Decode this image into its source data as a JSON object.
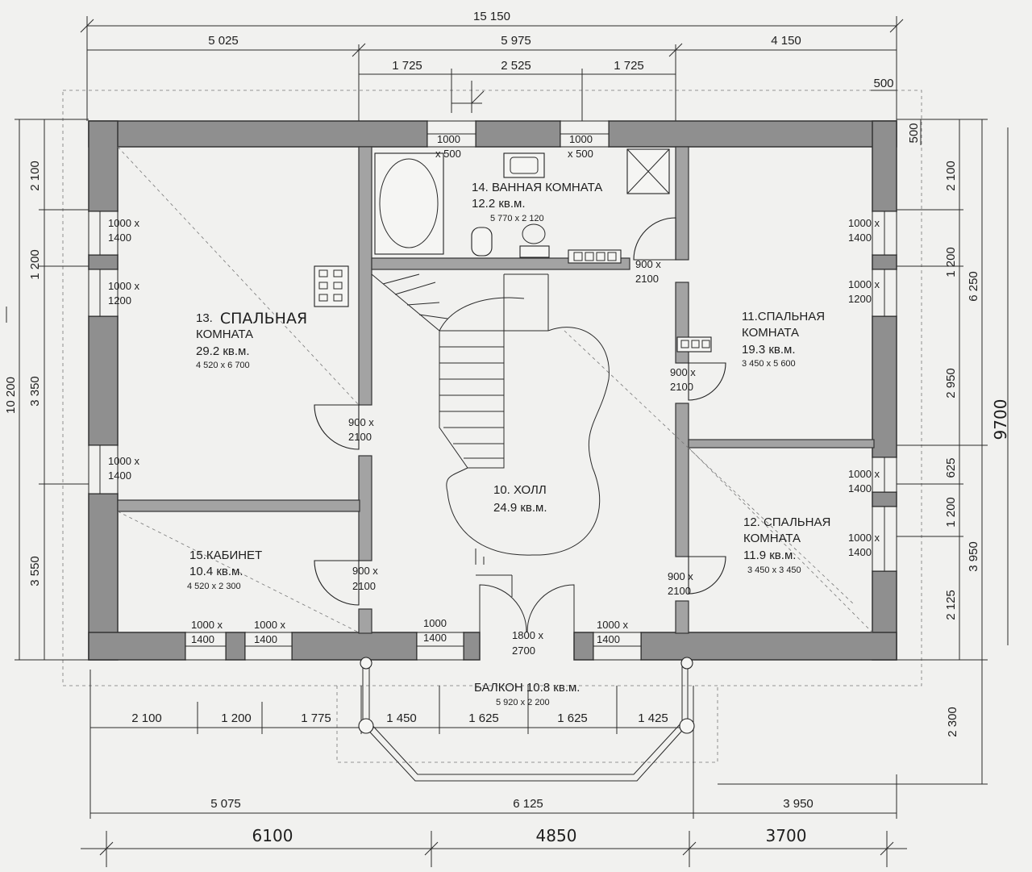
{
  "plan": {
    "dims_top_overall": "15 150",
    "dims_top": [
      "5 025",
      "5 975",
      "4 150"
    ],
    "dims_top_inner": [
      "1 725",
      "2 525",
      "1 725"
    ],
    "dim_wall_top": "500",
    "dim_wall_right": "500",
    "dims_bottom": [
      "2 100",
      "1 200",
      "1 775",
      "1 450",
      "1 625",
      "1 625",
      "1 425"
    ],
    "dims_bottom2": [
      "5 075",
      "6 125",
      "3 950"
    ],
    "dims_bottom_hand": [
      "6100",
      "4850",
      "3700"
    ],
    "dims_left_overall": "10 200",
    "dims_left": [
      "2 100",
      "1 200",
      "3 350",
      "3 550"
    ],
    "dims_right": [
      "2 100",
      "1 200",
      "2 950",
      "625",
      "1 200",
      "2 125"
    ],
    "dims_right2": [
      "6 250",
      "3 950",
      "2 300"
    ],
    "dim_right_hand": "9700",
    "rooms": {
      "bedroom13": {
        "number": "13.",
        "name_hand": "СПАЛЬНАЯ",
        "name2": "КОМНАТА",
        "area": "29.2 кв.м.",
        "size": "4 520 x 6 700"
      },
      "bathroom14": {
        "name": "14. ВАННАЯ КОМНАТА",
        "area": "12.2 кв.м.",
        "size": "5 770 x 2 120"
      },
      "bedroom11": {
        "name": "11.СПАЛЬНАЯ",
        "name2": "КОМНАТА",
        "area": "19.3 кв.м.",
        "size": "3 450 x 5 600"
      },
      "hall10": {
        "name": "10. ХОЛЛ",
        "area": "24.9 кв.м."
      },
      "bedroom12": {
        "name": "12. СПАЛЬНАЯ",
        "name2": "КОМНАТА",
        "area": "11.9 кв.м.",
        "size": "3 450 x 3 450"
      },
      "office15": {
        "name": "15.КАБИНЕТ",
        "area": "10.4 кв.м.",
        "size": "4 520 x 2 300"
      },
      "balcony": {
        "name": "БАЛКОН 10.8 кв.м.",
        "size": "5 920 x 2 200"
      }
    },
    "windows": {
      "w1000x500": [
        "1000",
        "x 500"
      ],
      "w1000x1400": [
        "1000 x",
        "1400"
      ],
      "w1000x1200": [
        "1000 x",
        "1200"
      ],
      "w1000x1400b": [
        "1000 x",
        "1400"
      ],
      "w1000x": [
        "1000 x",
        "1400"
      ],
      "w1000": [
        "1000",
        "x 1400"
      ]
    },
    "doors": {
      "d900": [
        "900 x",
        "2100"
      ],
      "d1800": [
        "1800 x",
        "2700"
      ]
    }
  }
}
